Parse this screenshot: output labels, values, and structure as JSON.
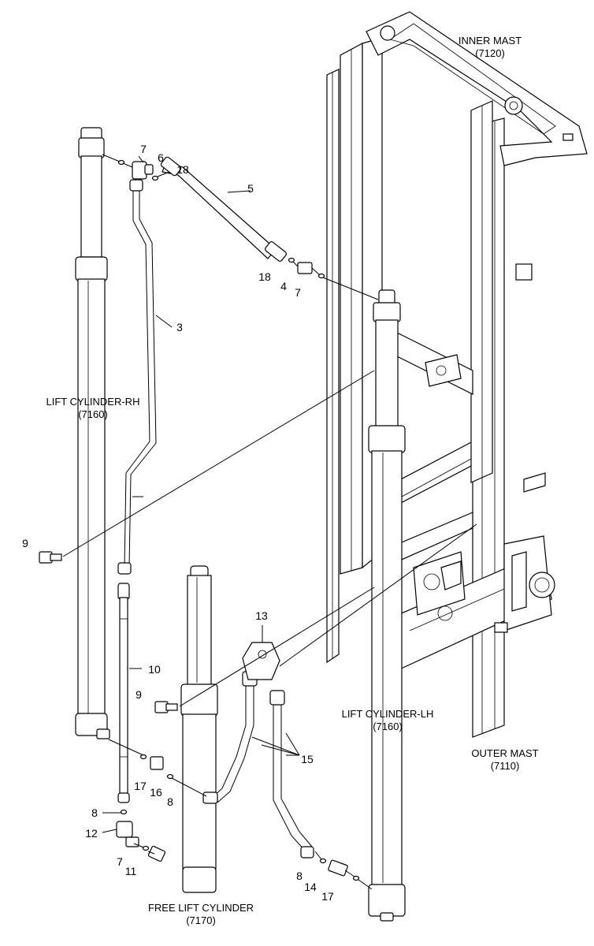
{
  "labels": {
    "inner_mast": "INNER MAST",
    "inner_mast_code": "(7120)",
    "lift_cylinder_rh": "LIFT CYLINDER-RH",
    "lift_cylinder_rh_code": "(7160)",
    "lift_cylinder_lh": "LIFT CYLINDER-LH",
    "lift_cylinder_lh_code": "(7160)",
    "outer_mast": "OUTER MAST",
    "outer_mast_code": "(7110)",
    "free_lift_cylinder": "FREE LIFT CYLINDER",
    "free_lift_cylinder_code": "(7170)"
  },
  "callouts": {
    "c7a": "7",
    "c6": "6",
    "c18a": "18",
    "c5": "5",
    "c18b": "18",
    "c4": "4",
    "c7b": "7",
    "c3": "3",
    "c9a": "9",
    "c13": "13",
    "c10": "10",
    "c9b": "9",
    "c15": "15",
    "c17a": "17",
    "c16": "16",
    "c8a": "8",
    "c8b": "8",
    "c12": "12",
    "c7c": "7",
    "c11": "11",
    "c8c": "8",
    "c14": "14",
    "c17b": "17"
  }
}
